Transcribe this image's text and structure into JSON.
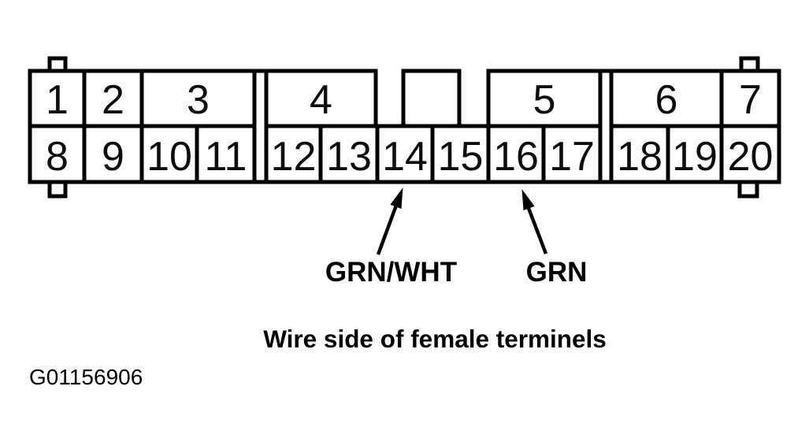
{
  "figure": {
    "caption": "Wire side of female terminels",
    "figure_id": "G01156906",
    "line_color": "#000000",
    "background_color": "#ffffff"
  },
  "connector": {
    "top_row_pins": [
      "1",
      "2",
      "3",
      "4",
      "5",
      "6",
      "7"
    ],
    "bottom_row_pins": [
      "8",
      "9",
      "10",
      "11",
      "12",
      "13",
      "14",
      "15",
      "16",
      "17",
      "18",
      "19",
      "20"
    ],
    "callouts": [
      {
        "label": "GRN/WHT",
        "points_to_terminal": "14"
      },
      {
        "label": "GRN",
        "points_to_terminal": "16"
      }
    ]
  }
}
